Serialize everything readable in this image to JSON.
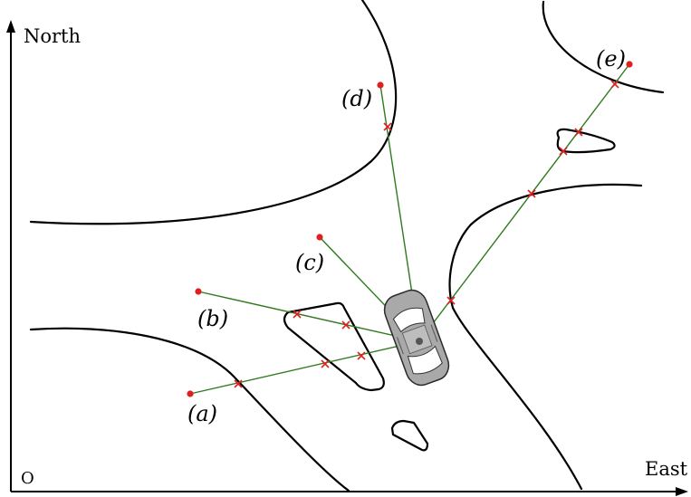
{
  "axes": {
    "north_label": "North",
    "east_label": "East",
    "origin_label": "O"
  },
  "points": [
    {
      "id": "a",
      "label": "(a)"
    },
    {
      "id": "b",
      "label": "(b)"
    },
    {
      "id": "c",
      "label": "(c)"
    },
    {
      "id": "d",
      "label": "(d)"
    },
    {
      "id": "e",
      "label": "(e)"
    }
  ],
  "colors": {
    "ray": "#2f7a1f",
    "point": "#e02020",
    "intersection": "#e02020",
    "vehicle_body": "#a9a9a9",
    "boundary": "#000000"
  },
  "vehicle": {
    "icon": "car-icon"
  }
}
